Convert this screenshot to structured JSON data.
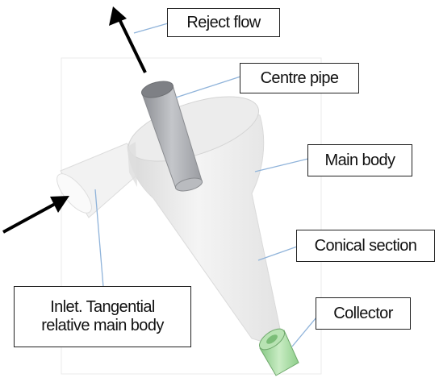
{
  "labels": {
    "reject_flow": "Reject flow",
    "centre_pipe": "Centre pipe",
    "main_body": "Main body",
    "conical_section": "Conical section",
    "collector": "Collector",
    "inlet_line1": "Inlet. Tangential",
    "inlet_line2": "relative main body"
  },
  "colors": {
    "body_fill": "#e9e9e9",
    "pipe_fill": "#a9abb0",
    "collector_fill": "#a8d9a4",
    "leader_line": "#8fb3da",
    "arrow": "#000000"
  }
}
